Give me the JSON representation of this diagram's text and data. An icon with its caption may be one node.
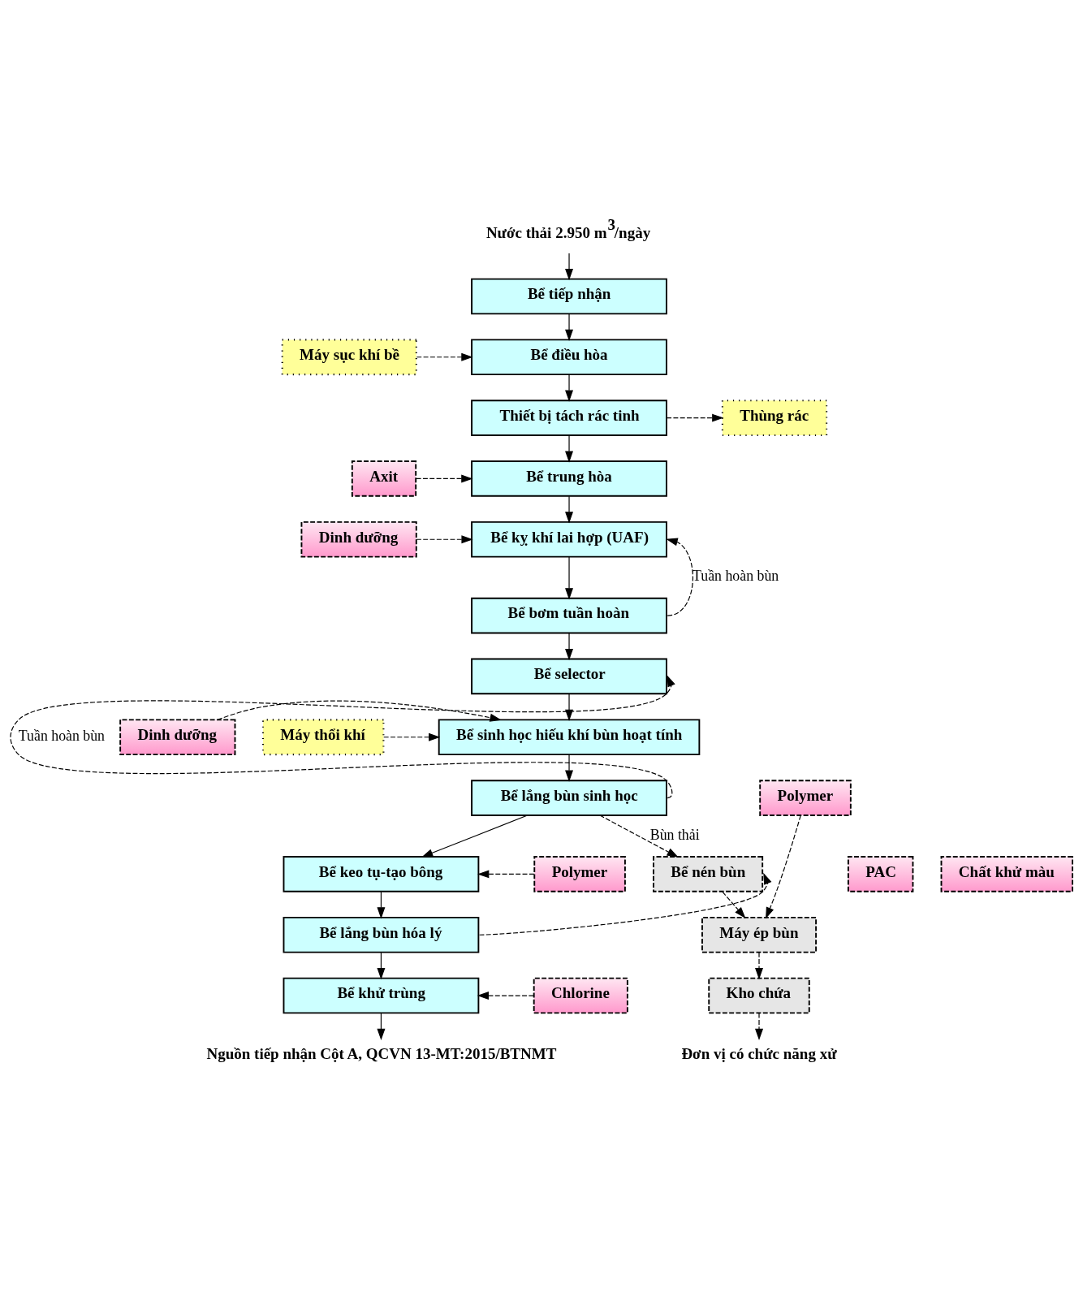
{
  "diagram": {
    "nodes": [
      {
        "text": [
          "Nước thải 2.950 m$^{3}$/ngày"
        ]
      },
      {
        "text": [
          "Bể tiếp nhận"
        ]
      },
      {
        "text": [
          "Máy sục khí bề"
        ]
      },
      {
        "text": [
          "Bể điều hòa"
        ]
      },
      {
        "text": [
          "Thiết bị tách rác tinh"
        ]
      },
      {
        "text": [
          "Thùng rác"
        ]
      },
      {
        "text": [
          "Axit"
        ]
      },
      {
        "text": [
          "Bể trung hòa"
        ]
      },
      {
        "text": [
          "Dinh dưỡng"
        ]
      },
      {
        "text": [
          "Bể kỵ khí lai hợp (UAF)"
        ]
      },
      {
        "text": [
          "Bể bơm tuần hoàn"
        ]
      },
      {
        "text": [
          "Bể selector"
        ]
      },
      {
        "text": [
          "Dinh dưỡng"
        ]
      },
      {
        "text": [
          "Máy thổi khí"
        ]
      },
      {
        "text": [
          "Bể sinh học hiếu khí bùn hoạt tính"
        ]
      },
      {
        "text": [
          "Polymer"
        ]
      },
      {
        "text": [
          "Bể lắng bùn sinh học"
        ]
      },
      {
        "text": [
          "PAC"
        ]
      },
      {
        "text": [
          "Polymer"
        ]
      },
      {
        "text": [
          "Chất khử màu"
        ]
      },
      {
        "text": [
          "Bể keo tụ-tạo bông"
        ]
      },
      {
        "text": [
          "Bể nén bùn"
        ]
      },
      {
        "text": [
          "Bể lắng bùn hóa lý"
        ]
      },
      {
        "text": [
          "Máy ép bùn"
        ]
      },
      {
        "text": [
          "Chlorine"
        ]
      },
      {
        "text": [
          "Bể khử trùng"
        ]
      },
      {
        "text": [
          "Kho chứa"
        ]
      },
      {
        "text": [
          "Nguồn tiếp nhận Cột A, QCVN 13-MT:2015/BTNMT"
        ]
      },
      {
        "text": [
          "Đơn vị có chức năng xử"
        ]
      }
    ],
    "edges": [
      {
        "from": 0,
        "to": 1,
        "arrow": "to"
      },
      {
        "from": 1,
        "to": 3,
        "arrow": "to"
      },
      {
        "from": 2,
        "to": 3,
        "arrow": "to",
        "style": "dashed"
      },
      {
        "from": 3,
        "to": 4,
        "arrow": "to"
      },
      {
        "from": 4,
        "to": 5,
        "arrow": "to",
        "style": "dashed"
      },
      {
        "from": 4,
        "to": 7,
        "arrow": "to"
      },
      {
        "from": 6,
        "to": 7,
        "arrow": "to",
        "style": "dashed"
      },
      {
        "from": 7,
        "to": 9,
        "arrow": "to"
      },
      {
        "from": 8,
        "to": 9,
        "arrow": "to",
        "style": "dashed"
      },
      {
        "from": 9,
        "to": 10,
        "arrow": "to"
      },
      {
        "from": 10,
        "to": 9,
        "arrow": "to",
        "style": "dashed",
        "label": "Tuần hoàn bùn"
      },
      {
        "from": 10,
        "to": 11,
        "arrow": "to"
      },
      {
        "from": 11,
        "to": 14,
        "arrow": "to"
      },
      {
        "from": 12,
        "to": 14,
        "arrow": "to",
        "style": "dashed"
      },
      {
        "from": 13,
        "to": 14,
        "arrow": "to",
        "style": "dashed"
      },
      {
        "from": 14,
        "to": 16,
        "arrow": "to"
      },
      {
        "from": 16,
        "to": 11,
        "arrow": "to",
        "style": "dashed",
        "label": "Tuần hoàn bùn"
      },
      {
        "from": 16,
        "to": 21,
        "arrow": "to",
        "style": "dashed",
        "label": "Bùn thải"
      },
      {
        "from": 16,
        "to": 20,
        "arrow": "to"
      },
      {
        "from": 18,
        "to": 20,
        "arrow": "to",
        "style": "dashed"
      },
      {
        "from": 20,
        "to": 22,
        "arrow": "to"
      },
      {
        "from": 22,
        "to": 21,
        "arrow": "to",
        "style": "dashed"
      },
      {
        "from": 21,
        "to": 23,
        "arrow": "to",
        "style": "dashed"
      },
      {
        "from": 15,
        "to": 23,
        "arrow": "to",
        "style": "dashed"
      },
      {
        "from": 23,
        "to": 26,
        "arrow": "to",
        "style": "dashed"
      },
      {
        "from": 26,
        "to": 28,
        "arrow": "to",
        "style": "dashed"
      },
      {
        "from": 22,
        "to": 25,
        "arrow": "to"
      },
      {
        "from": 24,
        "to": 25,
        "arrow": "to",
        "style": "dashed"
      },
      {
        "from": 25,
        "to": 27,
        "arrow": "to"
      }
    ]
  }
}
